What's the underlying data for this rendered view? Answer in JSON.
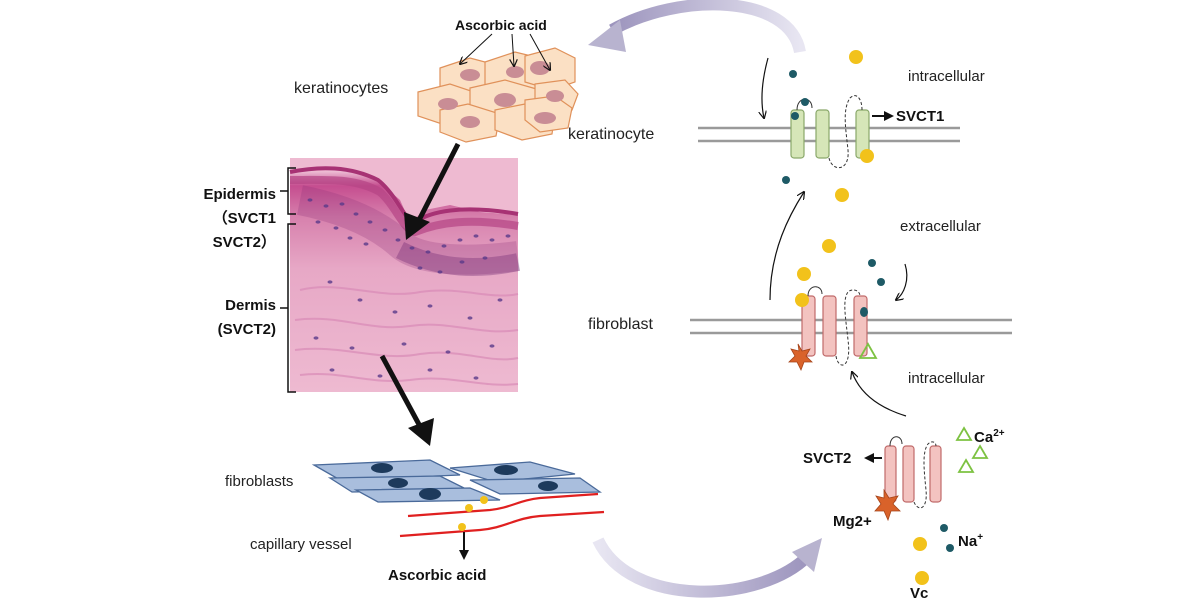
{
  "top": {
    "ascorbic_acid": "Ascorbic  acid",
    "keratinocytes": "keratinocytes"
  },
  "histology": {
    "epidermis": "Epidermis",
    "svct1_paren": "（SVCT1",
    "svct2_paren": "SVCT2）",
    "dermis": "Dermis",
    "dermis_svct2": "(SVCT2)"
  },
  "bottom_left": {
    "fibroblasts": "fibroblasts",
    "capillary": "capillary vessel",
    "ascorbic_acid": "Ascorbic acid"
  },
  "membrane": {
    "intracellular_top": "intracellular",
    "keratinocyte": "keratinocyte",
    "svct1": "SVCT1",
    "extracellular": "extracellular",
    "fibroblast": "fibroblast",
    "intracellular_mid": "intracellular"
  },
  "legend": {
    "svct2": "SVCT2",
    "ca": "Ca",
    "ca_sup": "2+",
    "mg": "Mg2+",
    "na": "Na",
    "na_sup": "+",
    "vc": "Vc"
  },
  "colors": {
    "vc_dot": "#f2c21b",
    "na_dot": "#1e5a66",
    "ca_triangle": "#7dc242",
    "mg_star": "#d9622a",
    "svct1_fill": "#d6e6b8",
    "svct2_fill": "#f3c3c0",
    "vessel": "#e02020",
    "cycle_arrow": "#b8b3cf"
  }
}
